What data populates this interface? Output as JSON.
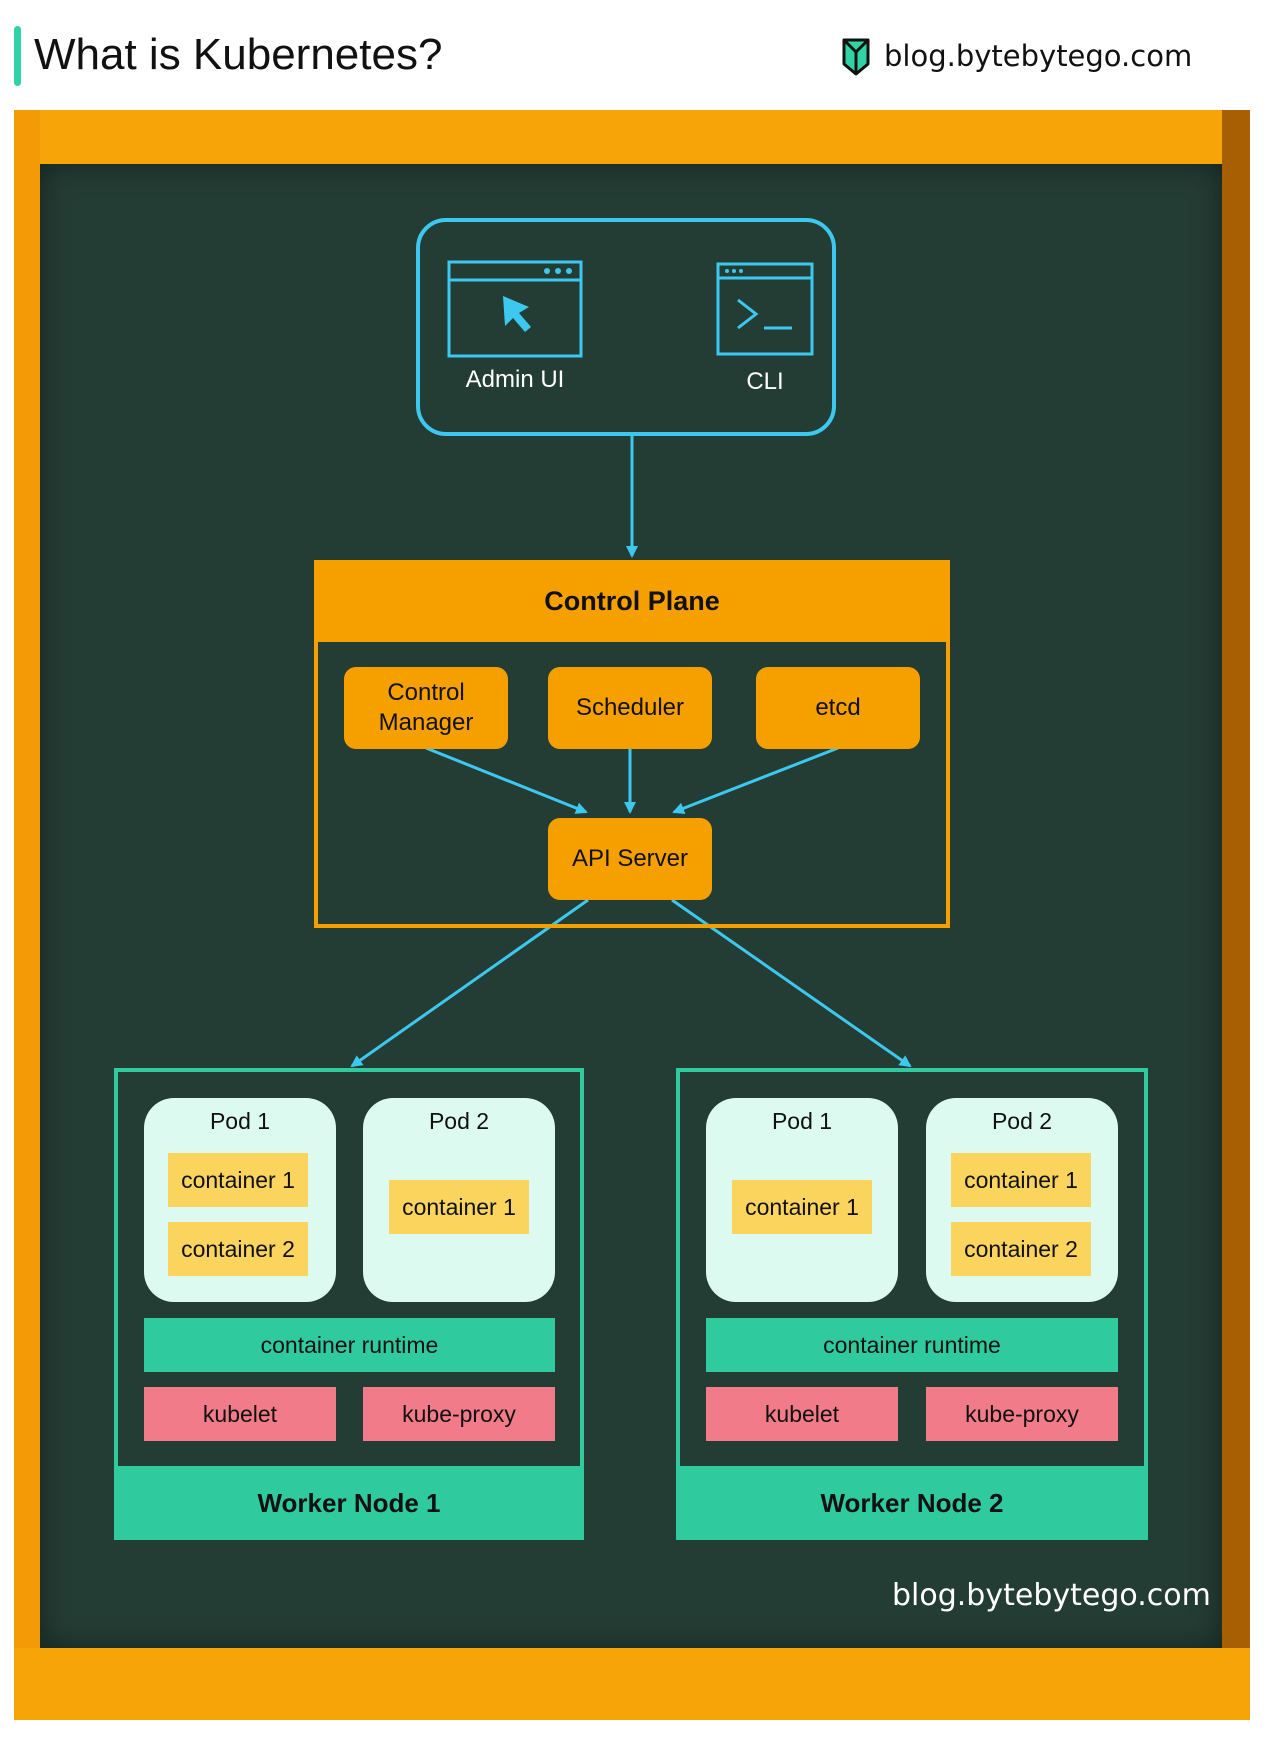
{
  "header": {
    "title": "What is Kubernetes?",
    "brand": "blog.bytebytego.com"
  },
  "clients": {
    "admin_ui": "Admin UI",
    "cli": "CLI"
  },
  "control_plane": {
    "title": "Control Plane",
    "control_manager": "Control Manager",
    "scheduler": "Scheduler",
    "etcd": "etcd",
    "api_server": "API Server"
  },
  "worker_nodes": [
    {
      "title": "Worker Node 1",
      "pods": [
        {
          "name": "Pod 1",
          "containers": [
            "container 1",
            "container 2"
          ]
        },
        {
          "name": "Pod 2",
          "containers": [
            "container 1"
          ]
        }
      ],
      "runtime": "container runtime",
      "kubelet": "kubelet",
      "kube_proxy": "kube-proxy"
    },
    {
      "title": "Worker Node 2",
      "pods": [
        {
          "name": "Pod 1",
          "containers": [
            "container 1"
          ]
        },
        {
          "name": "Pod 2",
          "containers": [
            "container 1",
            "container 2"
          ]
        }
      ],
      "runtime": "container runtime",
      "kubelet": "kubelet",
      "kube_proxy": "kube-proxy"
    }
  ],
  "footer": {
    "brand": "blog.bytebytego.com"
  },
  "colors": {
    "accent": "#2fd3a6",
    "board": "#243d34",
    "frame": "#f6a407",
    "control_plane": "#f6a000",
    "arrow": "#3dc8ef",
    "worker": "#2fcb9f",
    "pod": "#ddfaf1",
    "container": "#fbd45e",
    "kubelet": "#f27b8a"
  },
  "icons": {
    "admin_ui": "browser-cursor-icon",
    "cli": "terminal-icon",
    "brand": "bytebytego-logo-icon"
  }
}
